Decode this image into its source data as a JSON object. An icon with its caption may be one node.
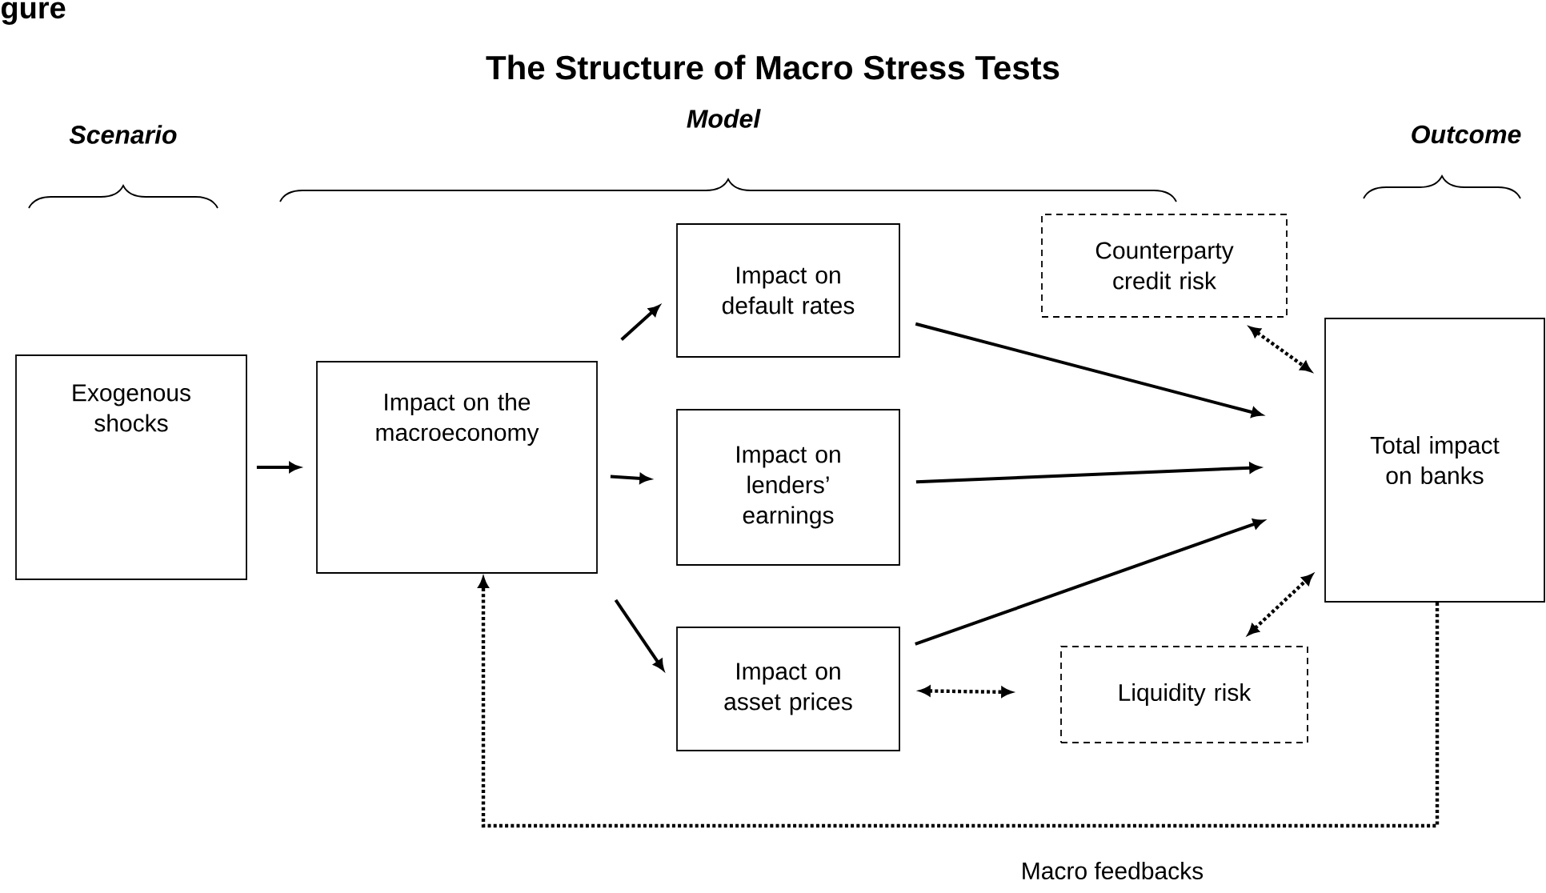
{
  "diagram": {
    "title": "The Structure of Macro Stress Tests",
    "nodes": [
      {
        "text": [
          "Exogenous shocks"
        ]
      },
      {
        "text": [
          "Impact on the macroeconomy"
        ]
      },
      {
        "text": [
          "Impact on default rates"
        ]
      },
      {
        "text": [
          "Impact on lenders’ earnings"
        ]
      },
      {
        "text": [
          "Impact on asset prices"
        ]
      },
      {
        "text": [
          "Counterparty credit risk"
        ]
      },
      {
        "text": [
          "Total impact on banks"
        ]
      },
      {
        "text": [
          "Liquidity risk"
        ]
      }
    ],
    "edges": [
      {
        "from": 0,
        "to": 1,
        "arrow": "to"
      },
      {
        "from": 1,
        "to": 2,
        "arrow": "to"
      },
      {
        "from": 1,
        "to": 3,
        "arrow": "to"
      },
      {
        "from": 1,
        "to": 4,
        "arrow": "to"
      },
      {
        "from": 2,
        "to": 6,
        "arrow": "to"
      },
      {
        "from": 3,
        "to": 6,
        "arrow": "to"
      },
      {
        "from": 4,
        "to": 6,
        "arrow": "to"
      },
      {
        "from": 5,
        "to": 6,
        "arrow": "both",
        "style": "dashed"
      },
      {
        "from": 4,
        "to": 7,
        "arrow": "both",
        "style": "dashed"
      },
      {
        "from": 7,
        "to": 6,
        "arrow": "both",
        "style": "dashed"
      },
      {
        "from": 6,
        "to": 1,
        "arrow": "to",
        "style": "dashed",
        "label": "Macro feedbacks"
      }
    ],
    "labels": [
      "gure",
      "Scenario",
      "Model",
      "Outcome"
    ]
  }
}
